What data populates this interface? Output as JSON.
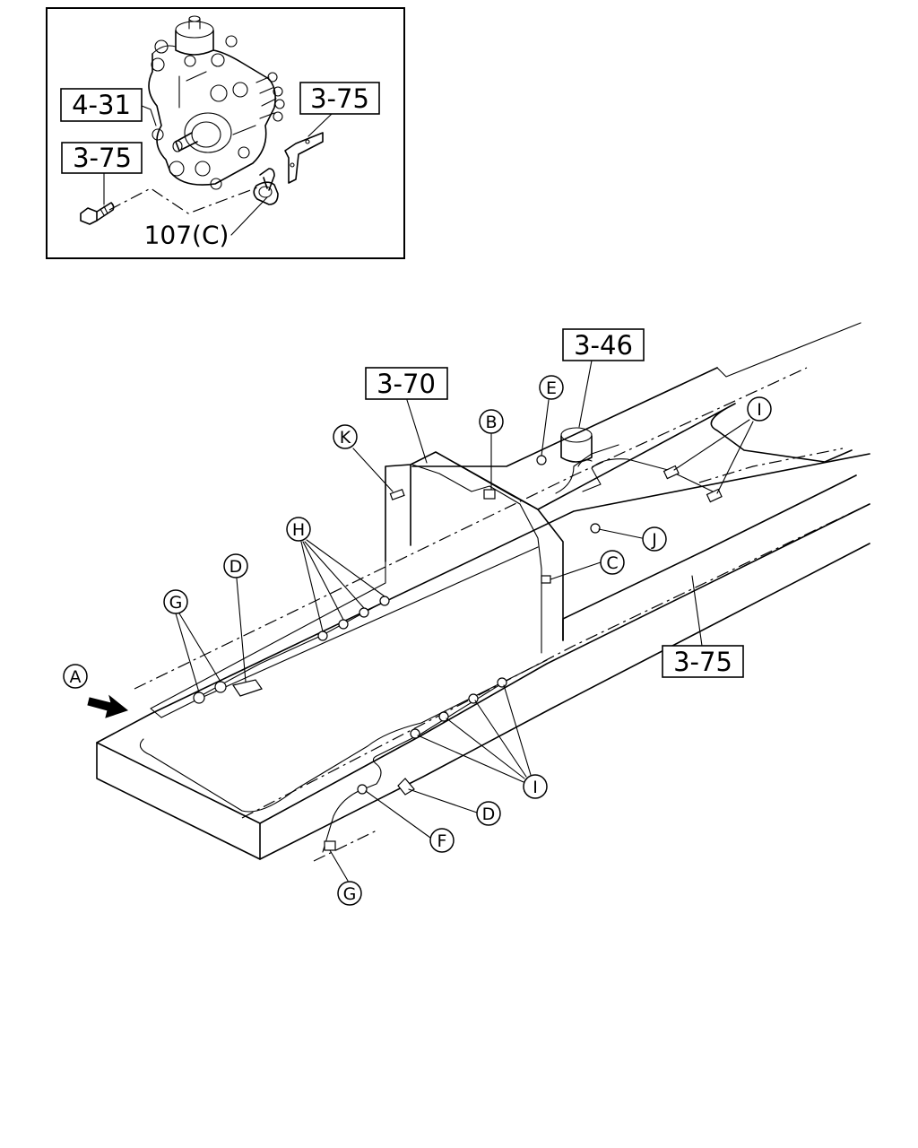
{
  "inset": {
    "ref_pump": "4-31",
    "ref_bracket": "3-75",
    "ref_bolt": "3-75",
    "ref_clip": "107(C)"
  },
  "main": {
    "ref_top": "3-46",
    "ref_mid": "3-70",
    "ref_right": "3-75"
  },
  "callouts": {
    "A": "A",
    "B": "B",
    "C": "C",
    "D_upper": "D",
    "D_lower": "D",
    "E": "E",
    "F": "F",
    "G_upper": "G",
    "G_lower": "G",
    "H": "H",
    "I_upper": "I",
    "I_lower": "I",
    "J": "J",
    "K": "K"
  }
}
